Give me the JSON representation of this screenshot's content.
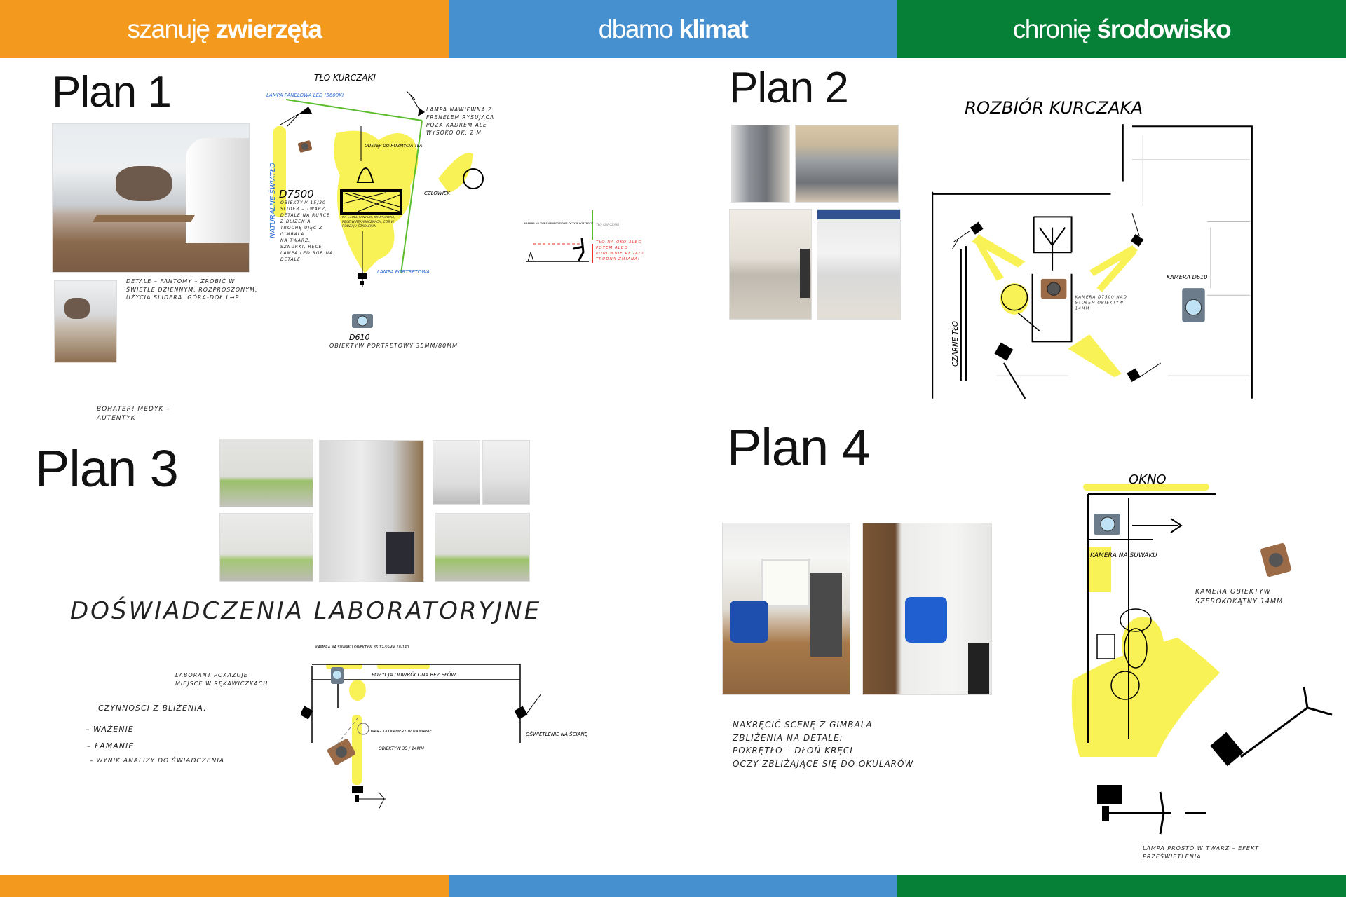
{
  "header": {
    "sections": [
      {
        "light": "szanuję",
        "bold": "zwierzęta",
        "color": "#F39A1E"
      },
      {
        "light": "dbamo",
        "bold": "klimat",
        "color": "#4690CF"
      },
      {
        "light": "chronię",
        "bold": "środowisko",
        "color": "#067F37"
      }
    ]
  },
  "plan1": {
    "title": "Plan 1",
    "details_note": "Detale – fantomy – zrobić w świetle dziennym, rozproszonym, użycia slidera. Góra-dół L→P",
    "hero_note": "Bohater! Medyk – autentyk",
    "sketch": {
      "background": "Tło kurczaki",
      "panel_lamp": "Lampa panelowa LED (5600K)",
      "natural_light": "Naturalne światło",
      "top_lamp": "Lampa nawiewna z frenelem rysująca poza kadrem ale wysoko ok. 2 m",
      "distance_note": "Odstęp do rozmycia tła",
      "person": "Człowiek",
      "d7500": "D7500",
      "d7500_notes": "Obiektyw 15/80\nSlider – twarz, detale na rurce\nz bliżenia\nTrochę ujęć z gimbala\nna twarz, sznurki, ręce\nLampa LED RGB na detale",
      "table_note": "Na stole fantom, kroplówka, ręce w rękawiczkach, coś w rodzaju szkolenia",
      "portrait_lamp": "Lampa portretowa",
      "d610": "D610",
      "d610_lens": "Obiektyw portretowy 35mm/80mm",
      "side_camera_note": "Kamera na tym samym poziomie oczy w portrecie",
      "side_bg": "Tło kurczaki",
      "side_red_note": "Tło na oko albo potem albo ponownie regał? Trudna zmiana!"
    }
  },
  "plan2": {
    "title": "Plan 2",
    "sketch": {
      "heading": "Rozbiór kurczaka",
      "black_bg": "Czarne tło",
      "overhead_cam": "Kamera D7500 nad stołem obiektyw 14mm",
      "camera_d610": "Kamera D610"
    }
  },
  "plan3": {
    "title": "Plan 3",
    "heading": "Doświadczenia laboratoryjne",
    "lab_note": "Laborant pokazuje miejsce w rękawiczkach",
    "activities_title": "Czynności z bliżenia.",
    "activities": [
      "– Ważenie",
      "– Łamanie",
      "– Wynik analizy do świadczenia"
    ],
    "sketch": {
      "slider_cam": "Kamera na suwaku obiektyw 35 12-55mm 18-140",
      "position": "Pozycja odwrócona bez słów.",
      "face_note": "Twarz do kamery w nawiasie",
      "lighting": "Oświetlenie na ścianę",
      "lens": "Obiektyw 35 / 14mm"
    }
  },
  "plan4": {
    "title": "Plan 4",
    "note": "Nakręcić scenę z gimbala\nzbliżenia na detale:\npokrętło – dłoń kręci\noczy zbliżające się do okularów",
    "sketch": {
      "window": "Okno",
      "slider_cam": "Kamera na suwaku",
      "wide_cam": "Kamera obiektyw szerokokątny 14mm.",
      "lamp_note": "Lampa prosto w twarz – efekt prześwietlenia"
    }
  }
}
